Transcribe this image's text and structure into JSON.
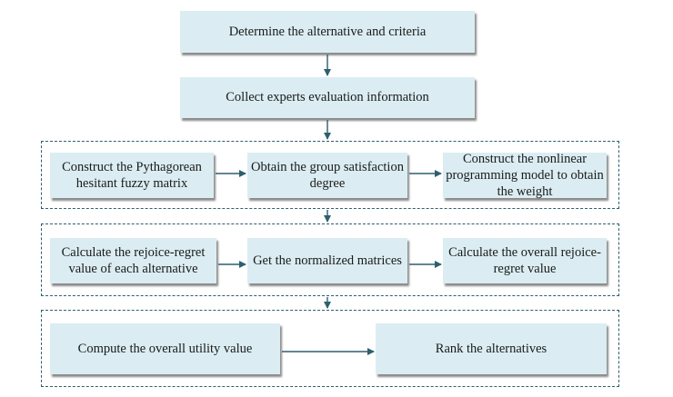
{
  "steps": {
    "s1": "Determine the alternative and criteria",
    "s2": "Collect experts evaluation information"
  },
  "group1": {
    "a": "Construct the Pythagorean hesitant fuzzy matrix",
    "b": "Obtain the group satisfaction degree",
    "c": "Construct the nonlinear programming model to obtain the weight"
  },
  "group2": {
    "a": "Calculate the rejoice-regret value of each alternative",
    "b": "Get the normalized matrices",
    "c": "Calculate the overall rejoice-regret value"
  },
  "group3": {
    "a": "Compute the overall utility value",
    "b": "Rank the alternatives"
  },
  "colors": {
    "box": "#dbedf2",
    "line": "#2e5f6e"
  }
}
